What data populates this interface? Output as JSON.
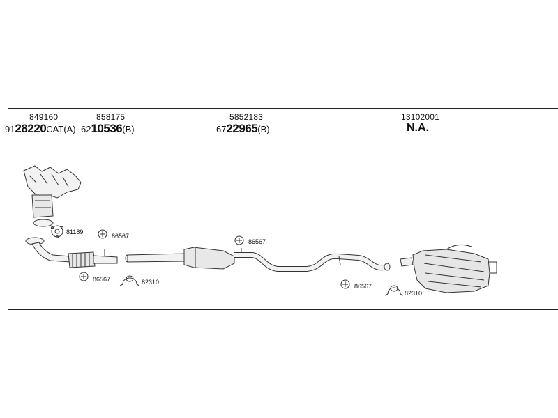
{
  "headers": [
    {
      "ref": "849160",
      "prefix": "91",
      "code": "28220",
      "suffix": "CAT(A)"
    },
    {
      "ref": "858175",
      "prefix": "62",
      "code": "10536",
      "suffix": "(B)"
    },
    {
      "ref": "5852183",
      "prefix": "67",
      "code": "22965",
      "suffix": "(B)"
    },
    {
      "ref": "13102001",
      "na": "N.A."
    }
  ],
  "parts": {
    "gasket_81189": "81189",
    "clamp_86567_a": "86567",
    "clamp_86567_b": "86567",
    "clamp_86567_c": "86567",
    "clamp_86567_d": "86567",
    "hanger_82310_a": "82310",
    "hanger_82310_b": "82310"
  }
}
